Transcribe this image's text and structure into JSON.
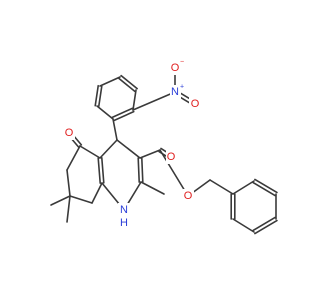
{
  "structure": {
    "atoms": [
      {
        "id": "nitro_n",
        "text": "N",
        "charge": "+",
        "color": "#2b3ed8"
      },
      {
        "id": "nitro_o1",
        "text": "O",
        "charge": "−",
        "color": "#e02020"
      },
      {
        "id": "nitro_o2",
        "text": "O",
        "charge": "",
        "color": "#e02020"
      },
      {
        "id": "ketone_o",
        "text": "O",
        "charge": "",
        "color": "#e02020"
      },
      {
        "id": "ester_carbonyl_o",
        "text": "O",
        "charge": "",
        "color": "#e02020"
      },
      {
        "id": "ester_o",
        "text": "O",
        "charge": "",
        "color": "#e02020"
      },
      {
        "id": "ring_nh",
        "text": "N",
        "charge": "",
        "color": "#2b3ed8"
      },
      {
        "id": "ring_nh_h",
        "text": "H",
        "charge": "",
        "color": "#2b3ed8"
      }
    ],
    "bond_color": "#3a3a3a"
  }
}
